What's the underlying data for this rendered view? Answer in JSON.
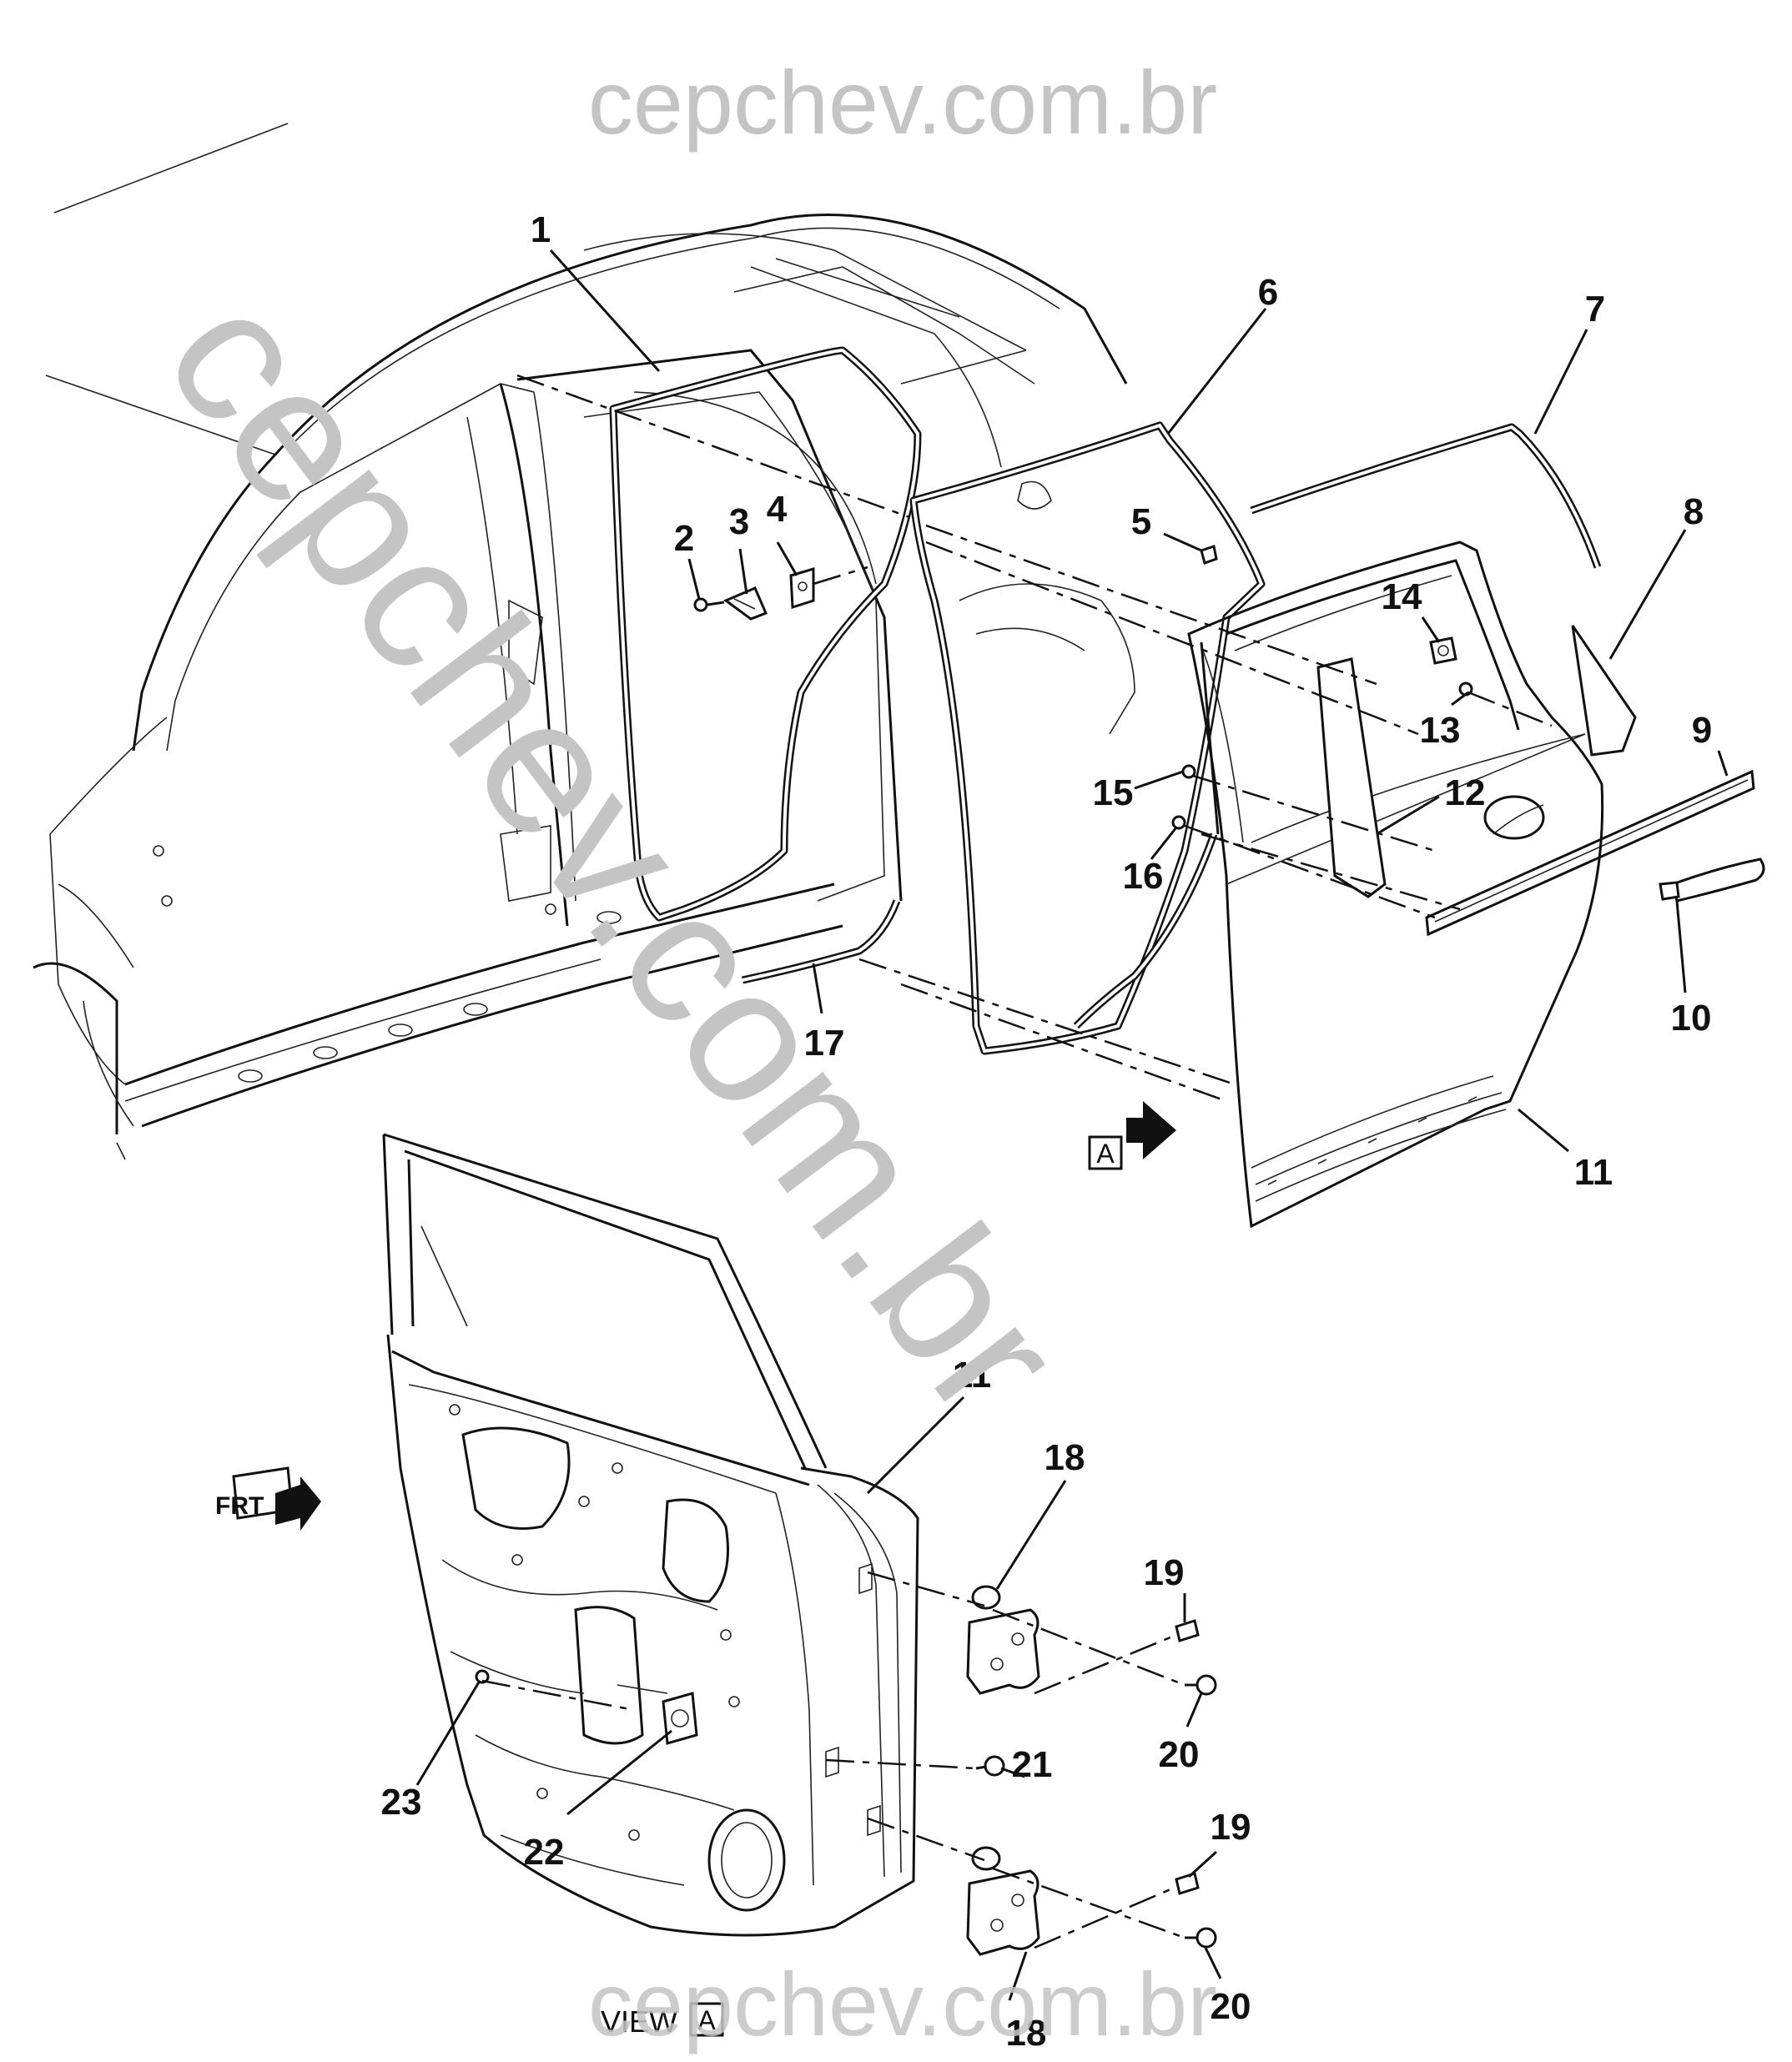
{
  "watermark": {
    "top": "cepchev.com.br",
    "diagonal": "cepchev.com.br",
    "bottom": "cepchev.com.br"
  },
  "callouts": [
    {
      "id": "1",
      "text": "1"
    },
    {
      "id": "2",
      "text": "2"
    },
    {
      "id": "3",
      "text": "3"
    },
    {
      "id": "4",
      "text": "4"
    },
    {
      "id": "5",
      "text": "5"
    },
    {
      "id": "6",
      "text": "6"
    },
    {
      "id": "7",
      "text": "7"
    },
    {
      "id": "8",
      "text": "8"
    },
    {
      "id": "9",
      "text": "9"
    },
    {
      "id": "10",
      "text": "10"
    },
    {
      "id": "11a",
      "text": "11"
    },
    {
      "id": "11b",
      "text": "11"
    },
    {
      "id": "12",
      "text": "12"
    },
    {
      "id": "13",
      "text": "13"
    },
    {
      "id": "14",
      "text": "14"
    },
    {
      "id": "15",
      "text": "15"
    },
    {
      "id": "16",
      "text": "16"
    },
    {
      "id": "17",
      "text": "17"
    },
    {
      "id": "18a",
      "text": "18"
    },
    {
      "id": "18b",
      "text": "18"
    },
    {
      "id": "19a",
      "text": "19"
    },
    {
      "id": "19b",
      "text": "19"
    },
    {
      "id": "20a",
      "text": "20"
    },
    {
      "id": "20b",
      "text": "20"
    },
    {
      "id": "21",
      "text": "21"
    },
    {
      "id": "22",
      "text": "22"
    },
    {
      "id": "23",
      "text": "23"
    }
  ],
  "view_marker": {
    "letter": "A"
  },
  "view_caption": {
    "prefix": "VIEW",
    "letter": "A"
  },
  "front_marker": {
    "text": "FRT"
  }
}
